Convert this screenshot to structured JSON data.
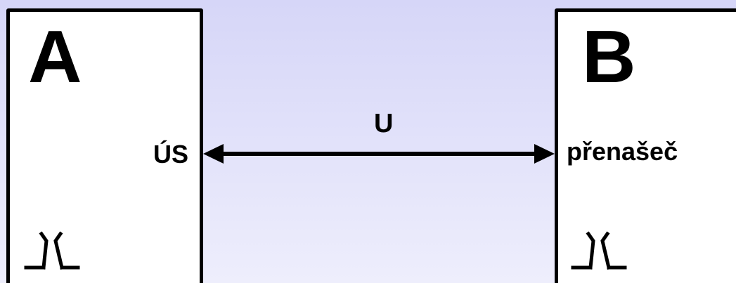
{
  "diagram": {
    "node_a": {
      "letter": "A",
      "port_label": "ÚS"
    },
    "node_b": {
      "letter": "B",
      "port_label": "přenašeč"
    },
    "link": {
      "label": "U",
      "direction": "bidirectional"
    }
  }
}
